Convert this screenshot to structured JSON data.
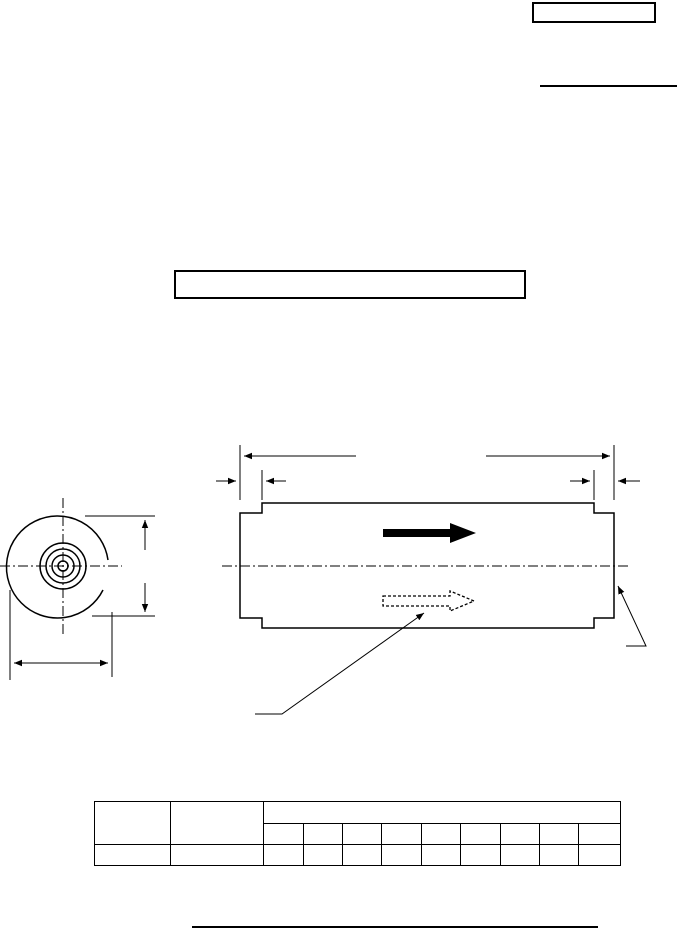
{
  "header": {
    "label_box_text": "",
    "underline_text": ""
  },
  "caption": {
    "box_text": ""
  },
  "drawing": {
    "end_view": {
      "name": "end-view"
    },
    "side_view": {
      "name": "side-view"
    },
    "flow_arrow_solid": "flow-direction-arrow",
    "flow_arrow_dashed": "dashed-flow-arrow"
  },
  "table": {
    "header_col1": "",
    "header_col2": "",
    "group_header": "",
    "sub_headers": [
      "",
      "",
      "",
      "",
      "",
      "",
      "",
      "",
      ""
    ],
    "row": [
      "",
      "",
      "",
      "",
      "",
      "",
      "",
      "",
      "",
      "",
      ""
    ]
  },
  "footer": {
    "underline_text": ""
  }
}
